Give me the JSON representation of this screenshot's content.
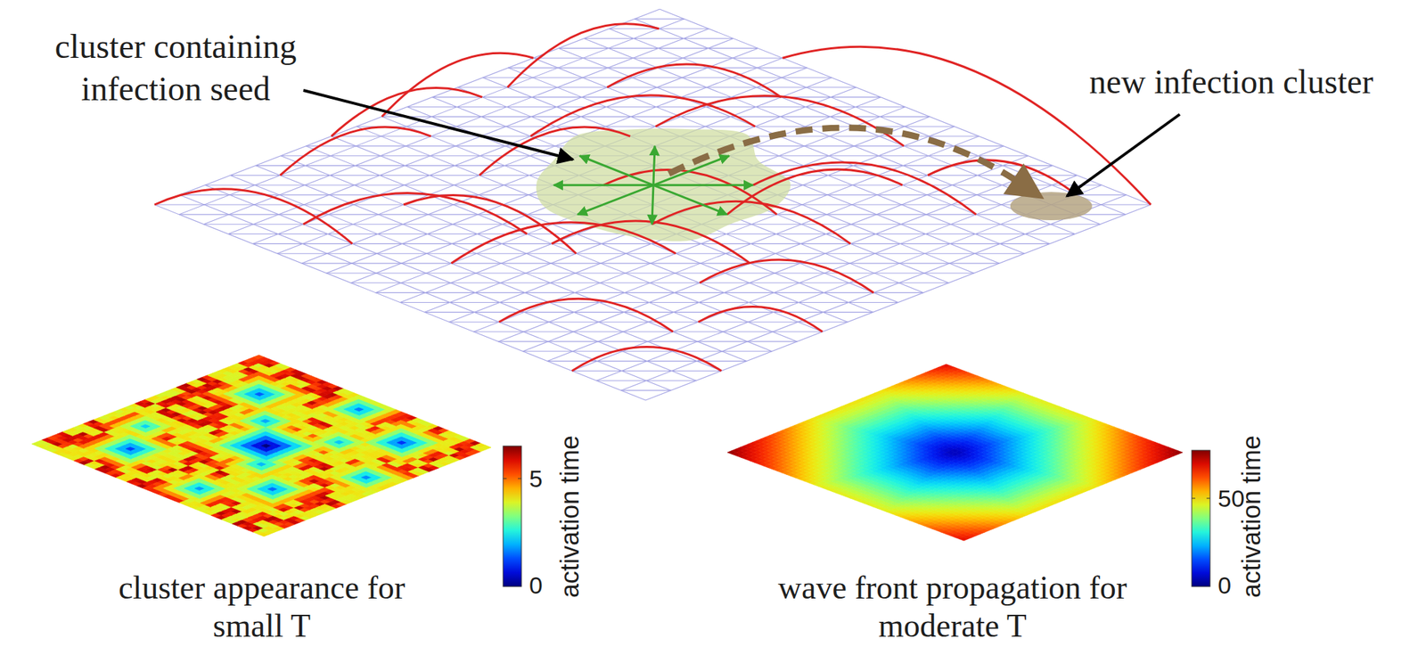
{
  "diagram": {
    "labels": [
      "cluster containing infection seed",
      "new infection cluster",
      "activation time",
      "5",
      "0",
      "cluster appearance for small T",
      "activation time",
      "50",
      "0",
      "wave front propagation for moderate T"
    ]
  }
}
